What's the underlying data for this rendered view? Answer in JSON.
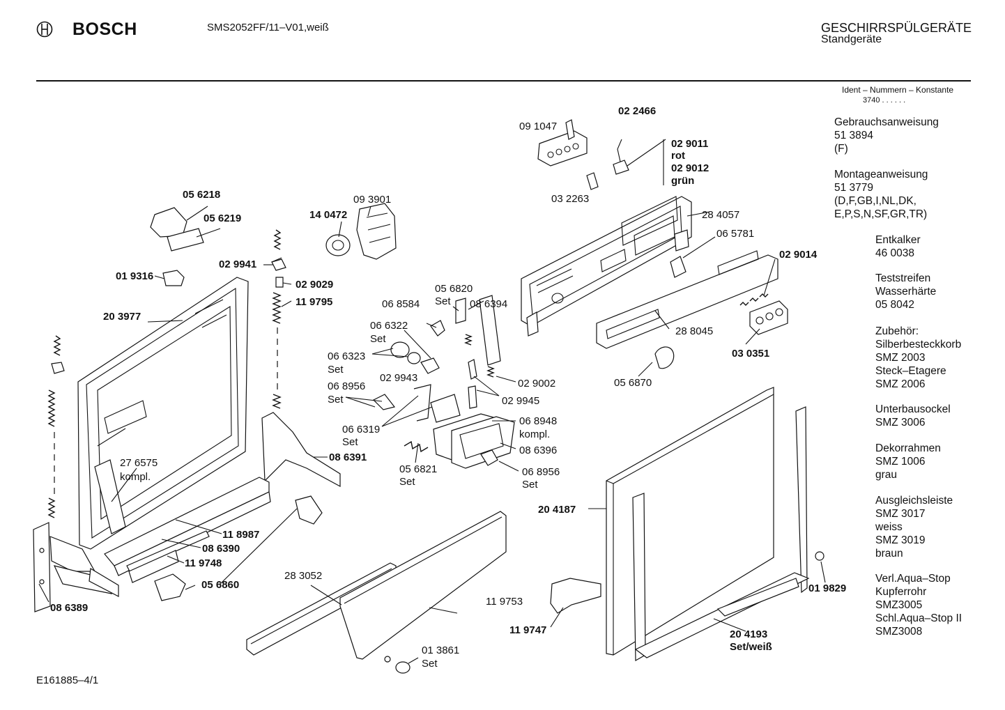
{
  "header": {
    "brand": "BOSCH",
    "model": "SMS2052FF/11–V01,weiß",
    "category": "GESCHIRRSPÜLGERÄTE",
    "subcategory": "Standgeräte"
  },
  "ident": {
    "label": "Ident – Nummern – Konstante",
    "value": "3740 .  .  .  .  .  ."
  },
  "side_notes": [
    "Gebrauchsanweisung\n51 3894\n(F)",
    "Montageanweisung\n51 3779\n(D,F,GB,I,NL,DK,\nE,P,S,N,SF,GR,TR)",
    "Entkalker\n46 0038",
    "Teststreifen\nWasserhärte\n05 8042",
    "Zubehör:\nSilberbesteckkorb\nSMZ 2003\nSteck–Etagere\nSMZ 2006",
    "Unterbausockel\nSMZ 3006",
    "Dekorrahmen\nSMZ 1006\ngrau",
    "Ausgleichsleiste\nSMZ 3017\nweiss\nSMZ 3019\nbraun",
    "Verl.Aqua–Stop\nKupferrohr\nSMZ3005\nSchl.Aqua–Stop II\nSMZ3008"
  ],
  "callouts": [
    {
      "text": "02 2466",
      "bold": true
    },
    {
      "text": "09 1047",
      "bold": false
    },
    {
      "text": "02 9011",
      "bold": true
    },
    {
      "text": "rot",
      "bold": true
    },
    {
      "text": "02 9012",
      "bold": true
    },
    {
      "text": "grün",
      "bold": true
    },
    {
      "text": "03 2263",
      "bold": false
    },
    {
      "text": "28 4057",
      "bold": false
    },
    {
      "text": "06 5781",
      "bold": false
    },
    {
      "text": "02 9014",
      "bold": true
    },
    {
      "text": "05 6218",
      "bold": true
    },
    {
      "text": "05 6219",
      "bold": true
    },
    {
      "text": "09 3901",
      "bold": false
    },
    {
      "text": "14 0472",
      "bold": true
    },
    {
      "text": "02 9941",
      "bold": true
    },
    {
      "text": "01 9316",
      "bold": true
    },
    {
      "text": "02 9029",
      "bold": true
    },
    {
      "text": "11 9795",
      "bold": true
    },
    {
      "text": "20 3977",
      "bold": true
    },
    {
      "text": "05 6820",
      "bold": false
    },
    {
      "text": "Set",
      "bold": false
    },
    {
      "text": "06 8584",
      "bold": false
    },
    {
      "text": "08 6394",
      "bold": false
    },
    {
      "text": "06 6322",
      "bold": false
    },
    {
      "text": "Set",
      "bold": false
    },
    {
      "text": "06 6323",
      "bold": false
    },
    {
      "text": "Set",
      "bold": false
    },
    {
      "text": "02 9943",
      "bold": false
    },
    {
      "text": "06 8956",
      "bold": false
    },
    {
      "text": "Set",
      "bold": false
    },
    {
      "text": "02 9002",
      "bold": false
    },
    {
      "text": "02 9945",
      "bold": false
    },
    {
      "text": "06 6319",
      "bold": false
    },
    {
      "text": "Set",
      "bold": false
    },
    {
      "text": "06 8948",
      "bold": false
    },
    {
      "text": "kompl.",
      "bold": false
    },
    {
      "text": "08 6396",
      "bold": false
    },
    {
      "text": "05 6821",
      "bold": false
    },
    {
      "text": "Set",
      "bold": false
    },
    {
      "text": "06 8956",
      "bold": false
    },
    {
      "text": "Set",
      "bold": false
    },
    {
      "text": "08 6391",
      "bold": true
    },
    {
      "text": "28 8045",
      "bold": false
    },
    {
      "text": "03 0351",
      "bold": true
    },
    {
      "text": "05 6870",
      "bold": false
    },
    {
      "text": "27 6575",
      "bold": false
    },
    {
      "text": "kompl.",
      "bold": false
    },
    {
      "text": "11 8987",
      "bold": true
    },
    {
      "text": "08 6390",
      "bold": true
    },
    {
      "text": "11 9748",
      "bold": true
    },
    {
      "text": "05 6860",
      "bold": true
    },
    {
      "text": "08 6389",
      "bold": true
    },
    {
      "text": "28 3052",
      "bold": false
    },
    {
      "text": "11 9753",
      "bold": false
    },
    {
      "text": "20 4187",
      "bold": true
    },
    {
      "text": "01 9829",
      "bold": true
    },
    {
      "text": "11 9747",
      "bold": true
    },
    {
      "text": "20 4193",
      "bold": true
    },
    {
      "text": "Set/weiß",
      "bold": true
    },
    {
      "text": "01 3861",
      "bold": false
    },
    {
      "text": "Set",
      "bold": false
    }
  ],
  "footer": {
    "code": "E161885–4/1"
  }
}
